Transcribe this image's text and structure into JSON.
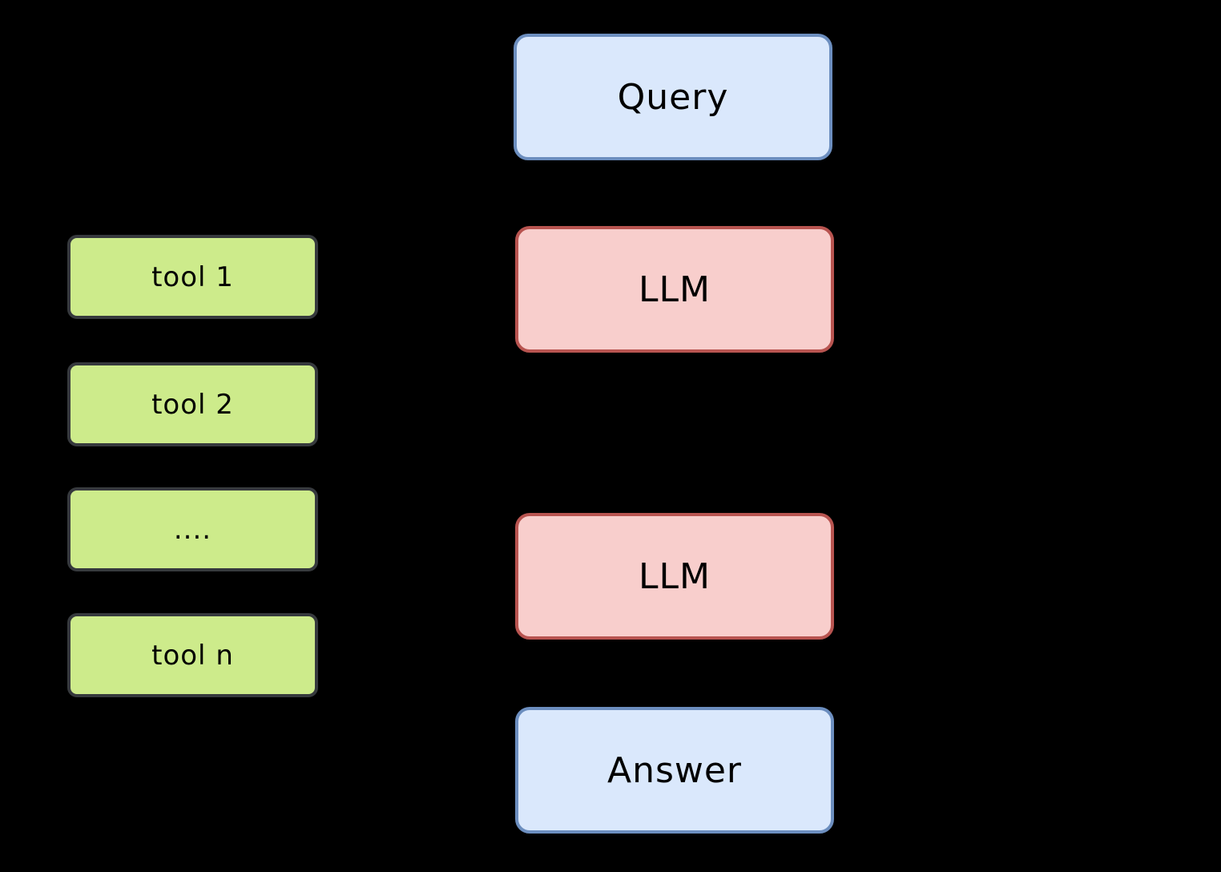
{
  "diagram": {
    "background_color": "#000000",
    "text_color": "#000000",
    "palette": {
      "blue_fill": "#dae8fc",
      "blue_stroke": "#6c8ebf",
      "red_fill": "#f8cecc",
      "red_stroke": "#b85450",
      "green_fill": "#cdeb8b",
      "green_stroke": "#36393d"
    },
    "nodes": {
      "query": {
        "label": "Query",
        "fill": "#dae8fc",
        "stroke": "#6c8ebf"
      },
      "llm_top": {
        "label": "LLM",
        "fill": "#f8cecc",
        "stroke": "#b85450"
      },
      "llm_bottom": {
        "label": "LLM",
        "fill": "#f8cecc",
        "stroke": "#b85450"
      },
      "answer": {
        "label": "Answer",
        "fill": "#dae8fc",
        "stroke": "#6c8ebf"
      },
      "tool_1": {
        "label": "tool 1",
        "fill": "#cdeb8b",
        "stroke": "#36393d"
      },
      "tool_2": {
        "label": "tool 2",
        "fill": "#cdeb8b",
        "stroke": "#36393d"
      },
      "tool_ellipsis": {
        "label": "....",
        "fill": "#cdeb8b",
        "stroke": "#36393d"
      },
      "tool_n": {
        "label": "tool n",
        "fill": "#cdeb8b",
        "stroke": "#36393d"
      }
    }
  }
}
